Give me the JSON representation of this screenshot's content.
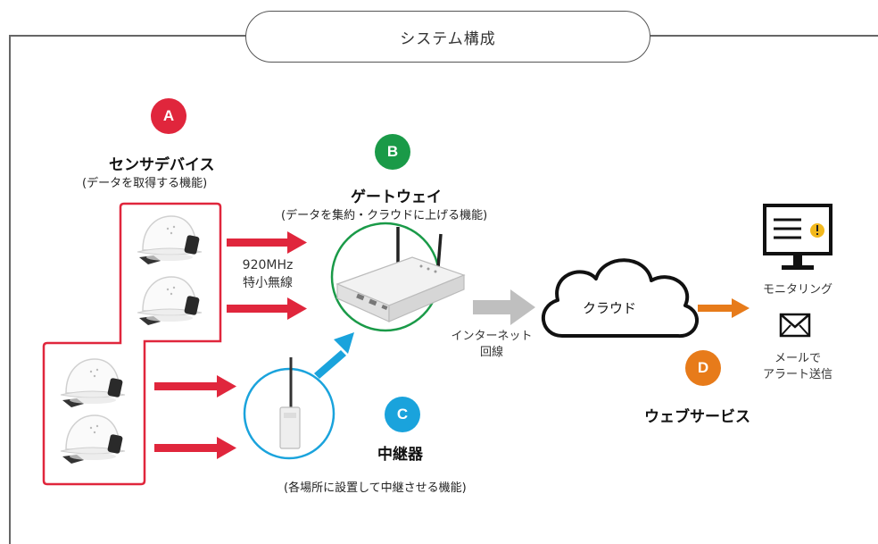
{
  "title": "システム構成",
  "colors": {
    "red": "#e0263c",
    "green": "#1a9a48",
    "blue": "#1aa3dc",
    "orange": "#e77b1a",
    "gray_arrow": "#bfbfbf"
  },
  "sensor": {
    "badge": "A",
    "title": "センサデバイス",
    "subtitle": "(データを取得する機能)",
    "icon": "helmet-icon"
  },
  "gateway": {
    "badge": "B",
    "title": "ゲートウェイ",
    "subtitle": "(データを集約・クラウドに上げる機能)",
    "icon": "router-icon"
  },
  "repeater": {
    "badge": "C",
    "title": "中継器",
    "subtitle": "(各場所に設置して中継させる機能)",
    "icon": "repeater-icon"
  },
  "radio": {
    "line1": "920MHz",
    "line2": "特小無線"
  },
  "internet": {
    "line1": "インターネット",
    "line2": "回線"
  },
  "cloud": {
    "label": "クラウド",
    "icon": "cloud-icon"
  },
  "web": {
    "badge": "D",
    "title": "ウェブサービス",
    "monitoring_label": "モニタリング",
    "mail_line1": "メールで",
    "mail_line2": "アラート送信",
    "monitor_icon": "monitor-alert-icon",
    "mail_icon": "envelope-icon"
  }
}
